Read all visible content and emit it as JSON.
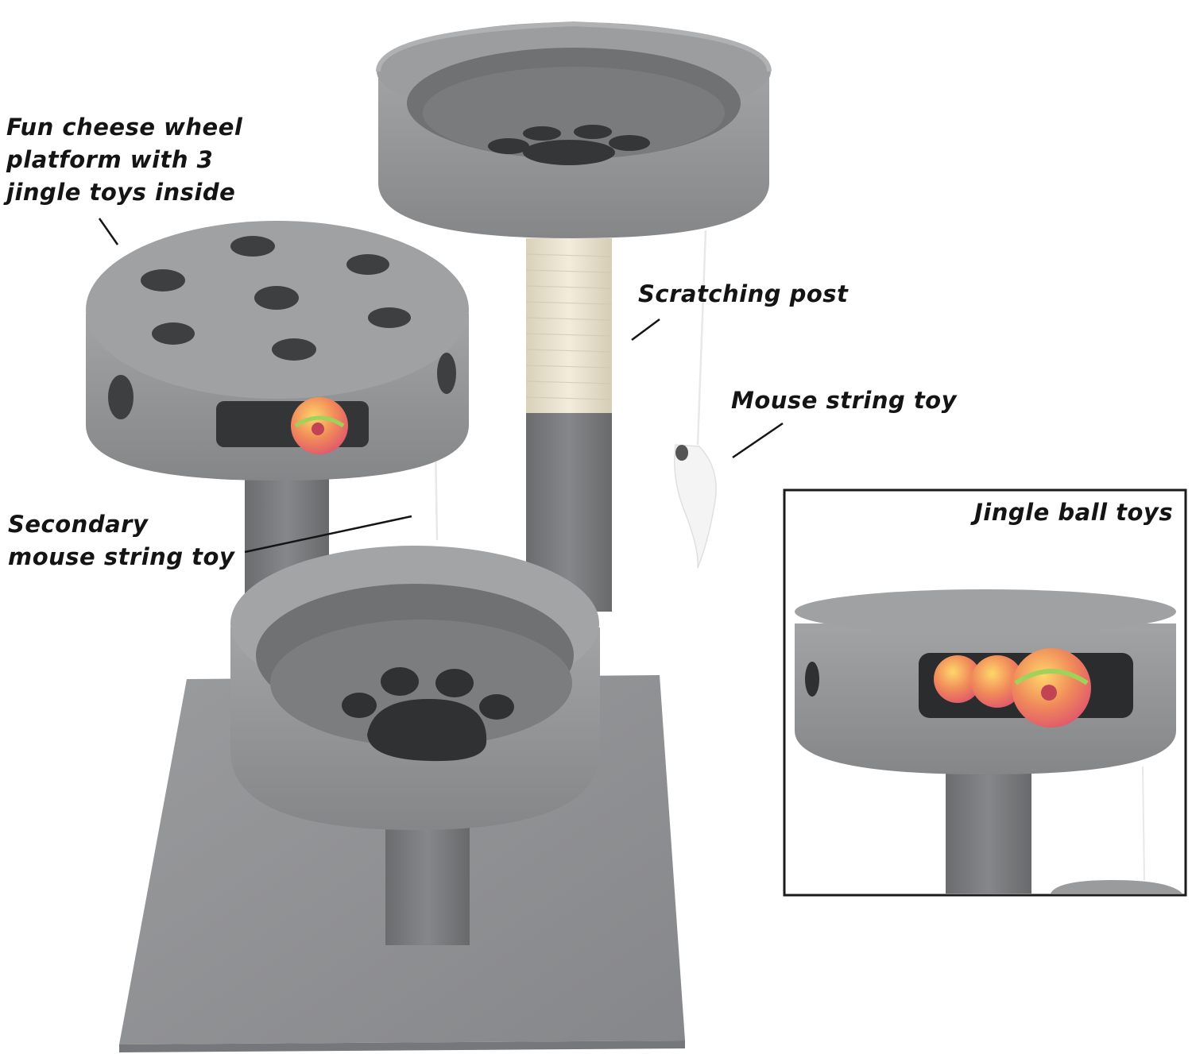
{
  "annotations": {
    "cheese_wheel": [
      "Fun cheese wheel",
      "platform with 3",
      "jingle toys inside"
    ],
    "scratching_post": "Scratching post",
    "mouse_toy": "Mouse string toy",
    "secondary_mouse_toy": [
      "Secondary",
      "mouse string toy"
    ],
    "jingle_balls": "Jingle ball toys"
  },
  "colors": {
    "plush": "#8e8f91",
    "plush_light": "#a4a5a7",
    "plush_dark": "#6f7072",
    "paw": "#2f3031",
    "sisal": "#ece6d4",
    "ball_pink": "#f06e7c",
    "ball_yellow": "#f2c83a",
    "ball_green": "#9fd25a"
  }
}
